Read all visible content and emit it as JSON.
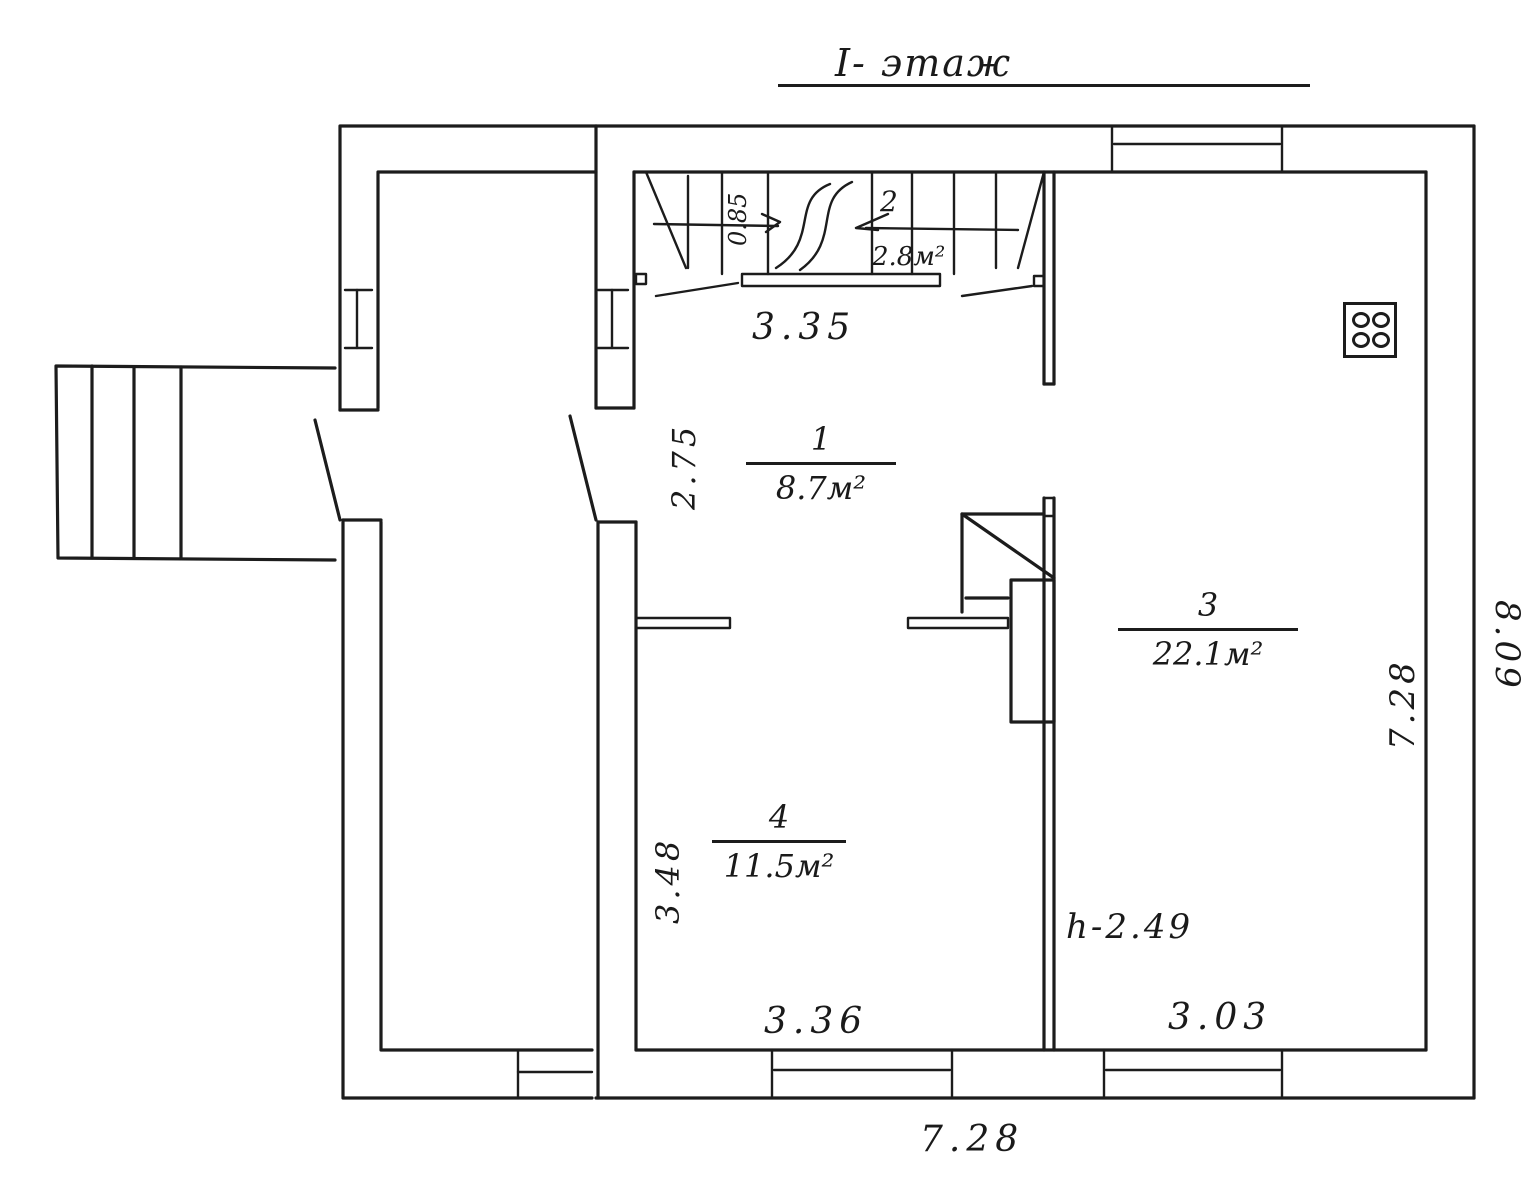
{
  "plan": {
    "title": "I- этаж",
    "rooms": [
      {
        "id": "1",
        "number": "1",
        "area": "8.7м²",
        "area_label": "8.7м²"
      },
      {
        "id": "2",
        "number": "2",
        "area": "2.8м²",
        "area_label": "2.8м²"
      },
      {
        "id": "3",
        "number": "3",
        "area": "22.1м²",
        "area_label": "22.1м²"
      },
      {
        "id": "4",
        "number": "4",
        "area": "11.5м²",
        "area_label": "11.5м²"
      }
    ],
    "dimensions": {
      "stair_width": "0.85",
      "hall_width": "3.35",
      "hall_depth": "2.75",
      "room4_depth": "3.48",
      "room4_width": "3.36",
      "room3_width": "3.03",
      "room3_depth": "7.28",
      "overall_depth": "8.09",
      "overall_width": "7.28",
      "ceiling_height": "h-2.49"
    },
    "symbols": {
      "stove": "stove-icon",
      "stairs": "stairs-icon",
      "porch_steps": "porch-steps-icon"
    }
  }
}
